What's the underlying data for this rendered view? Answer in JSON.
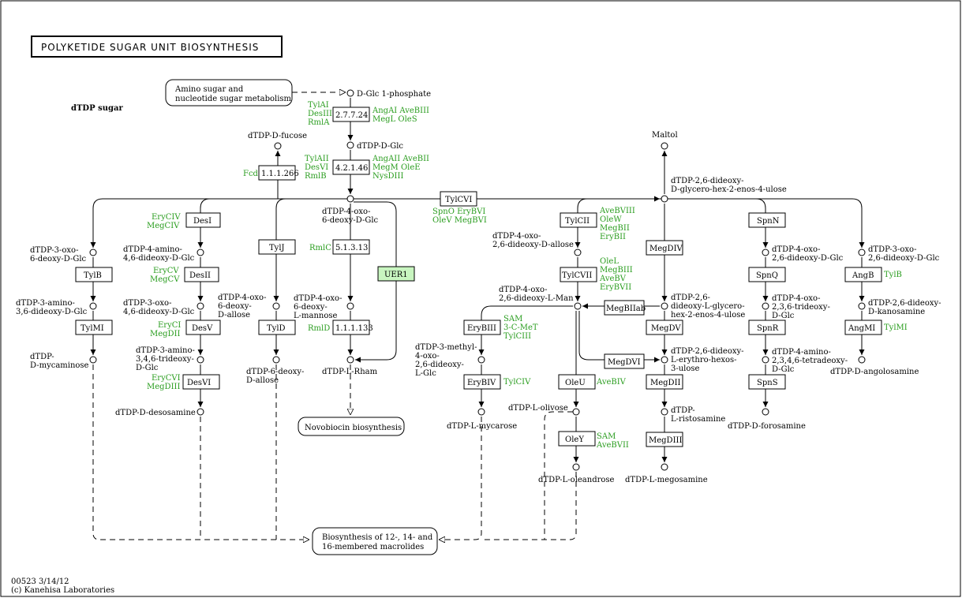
{
  "title": "POLYKETIDE SUGAR UNIT BIOSYNTHESIS",
  "section_label": "dTDP sugar",
  "footer": {
    "line1": "00523 3/14/12",
    "line2": "(c) Kanehisa Laboratories"
  },
  "maps": {
    "amino": [
      "Amino sugar and",
      "nucleotide sugar metabolism"
    ],
    "novobiocin": "Novobiocin biosynthesis",
    "macrolides": [
      "Biosynthesis of 12-, 14- and",
      "16-membered macrolides"
    ]
  },
  "compounds": {
    "glc1p": "D-Glc 1-phosphate",
    "dtdp_glc": "dTDP-D-Glc",
    "fucose": "dTDP-D-fucose",
    "maltol": "Maltol",
    "glycero": [
      "dTDP-2,6-dideoxy-",
      "D-glycero-hex-2-enos-4-ulose"
    ],
    "oxo_glc": [
      "dTDP-4-oxo-",
      "6-deoxy-D-Glc"
    ],
    "oxo3": [
      "dTDP-3-oxo-",
      "6-deoxy-D-Glc"
    ],
    "amino3": [
      "dTDP-3-amino-",
      "3,6-dideoxy-D-Glc"
    ],
    "mycaminose": [
      "dTDP-",
      "D-mycaminose"
    ],
    "amino4": [
      "dTDP-4-amino-",
      "4,6-dideoxy-D-Glc"
    ],
    "oxo3_46": [
      "dTDP-3-oxo-",
      "4,6-dideoxy-D-Glc"
    ],
    "amino3_346": [
      "dTDP-3-amino-",
      "3,4,6-trideoxy-",
      "D-Glc"
    ],
    "desosamine": "dTDP-D-desosamine",
    "oxo4_allose": [
      "dTDP-4-oxo-",
      "6-deoxy-",
      "D-allose"
    ],
    "deoxy_allose": [
      "dTDP-6-deoxy-",
      "D-allose"
    ],
    "oxo4_mannose": [
      "dTDP-4-oxo-",
      "6-deoxy-",
      "L-mannose"
    ],
    "rham": "dTDP-L-Rham",
    "oxo_allose2": [
      "dTDP-4-oxo-",
      "2,6-dideoxy-D-allose"
    ],
    "man": [
      "dTDP-4-oxo-",
      "2,6-dideoxy-L-Man"
    ],
    "methyl": [
      "dTDP-3-methyl-",
      "4-oxo-",
      "2,6-dideoxy-",
      "L-Glc"
    ],
    "mycarose": "dTDP-L-mycarose",
    "olivose": "dTDP-L-olivose",
    "oleandrose": "dTDP-L-oleandrose",
    "lglycero": [
      "dTDP-2,6-",
      "dideoxy-L-glycero-",
      "hex-2-enos-4-ulose"
    ],
    "erythro": [
      "dTDP-2,6-dideoxy-",
      "L-erythro-hexos-",
      "3-ulose"
    ],
    "ristosamine": [
      "dTDP-",
      "L-ristosamine"
    ],
    "megosamine": "dTDP-L-megosamine",
    "oxo4_2_6": [
      "dTDP-4-oxo-",
      "2,6-dideoxy-D-Glc"
    ],
    "oxo4_236": [
      "dTDP-4-oxo-",
      "2,3,6-trideoxy-",
      "D-Glc"
    ],
    "amino4_2346": [
      "dTDP-4-amino-",
      "2,3,4,6-tetradeoxy-",
      "D-Glc"
    ],
    "forosamine": "dTDP-D-forosamine",
    "oxo3_26": [
      "dTDP-3-oxo-",
      "2,6-dideoxy-D-Glc"
    ],
    "kanosamine": [
      "dTDP-2,6-dideoxy-",
      "D-kanosamine"
    ],
    "angolosamine": "dTDP-D-angolosamine"
  },
  "enzymes": {
    "e2772": "2.7.7.24",
    "e4211": "4.2.1.46",
    "e11266": "1.1.1.266",
    "e51313": "5.1.3.13",
    "e111133": "1.1.1.133",
    "tylcvi": "TylCVI",
    "desi": "DesI",
    "desii": "DesII",
    "desv": "DesV",
    "desvi": "DesVI",
    "tylb": "TylB",
    "tylmi": "TylMI",
    "tylj": "TylJ",
    "tyld": "TylD",
    "uer1": "UER1",
    "tylcii": "TylCII",
    "tylcvii": "TylCVII",
    "erybiii": "EryBIII",
    "erybiv": "EryBIV",
    "oleu": "OleU",
    "oley": "OleY",
    "megbiiab": "MegBIIab",
    "megdvi": "MegDVI",
    "megdiv": "MegDIV",
    "megdv": "MegDV",
    "megdii": "MegDII",
    "megdiii": "MegDIII",
    "spnn": "SpnN",
    "spnq": "SpnQ",
    "spnr": "SpnR",
    "spns": "SpnS",
    "angb": "AngB",
    "angmi": "AngMI"
  },
  "genes": {
    "g2772_l": [
      "TylAI",
      "DesIII",
      "RmlA"
    ],
    "g2772_r": [
      "AngAI AveBIII",
      "MegL  OleS"
    ],
    "g4211_l": [
      "TylAII",
      "DesVI",
      "RmlB"
    ],
    "g4211_r": [
      "AngAII AveBII",
      "MegM OleE",
      "NysDIII"
    ],
    "fcd": "Fcd",
    "tylcvi": [
      "SpnO EryBVI",
      "OleV  MegBVI"
    ],
    "desi": [
      "EryCIV",
      "MegCIV"
    ],
    "desii": [
      "EryCV",
      "MegCV"
    ],
    "desv": [
      "EryCI",
      "MegDII"
    ],
    "desvi": [
      "EryCVI",
      "MegDIII"
    ],
    "rmlc": "RmlC",
    "rmld": "RmlD",
    "tylcii": [
      "AveBVIII",
      "OleW",
      "MegBII",
      "EryBII"
    ],
    "tylcvii": [
      "OleL",
      "MegBIII",
      "AveBV",
      "EryBVII"
    ],
    "erybiii": [
      "SAM",
      "3-C-MeT",
      "TylCIII"
    ],
    "erybiv": "TylCIV",
    "oleu": "AveBIV",
    "oley": [
      "SAM",
      "AveBVII"
    ],
    "angb": "TylB",
    "angmi": "TylMI"
  },
  "colors": {
    "gene_green": "#2a9d1f",
    "highlight_box": "#c8f5c0",
    "line": "#000000"
  }
}
